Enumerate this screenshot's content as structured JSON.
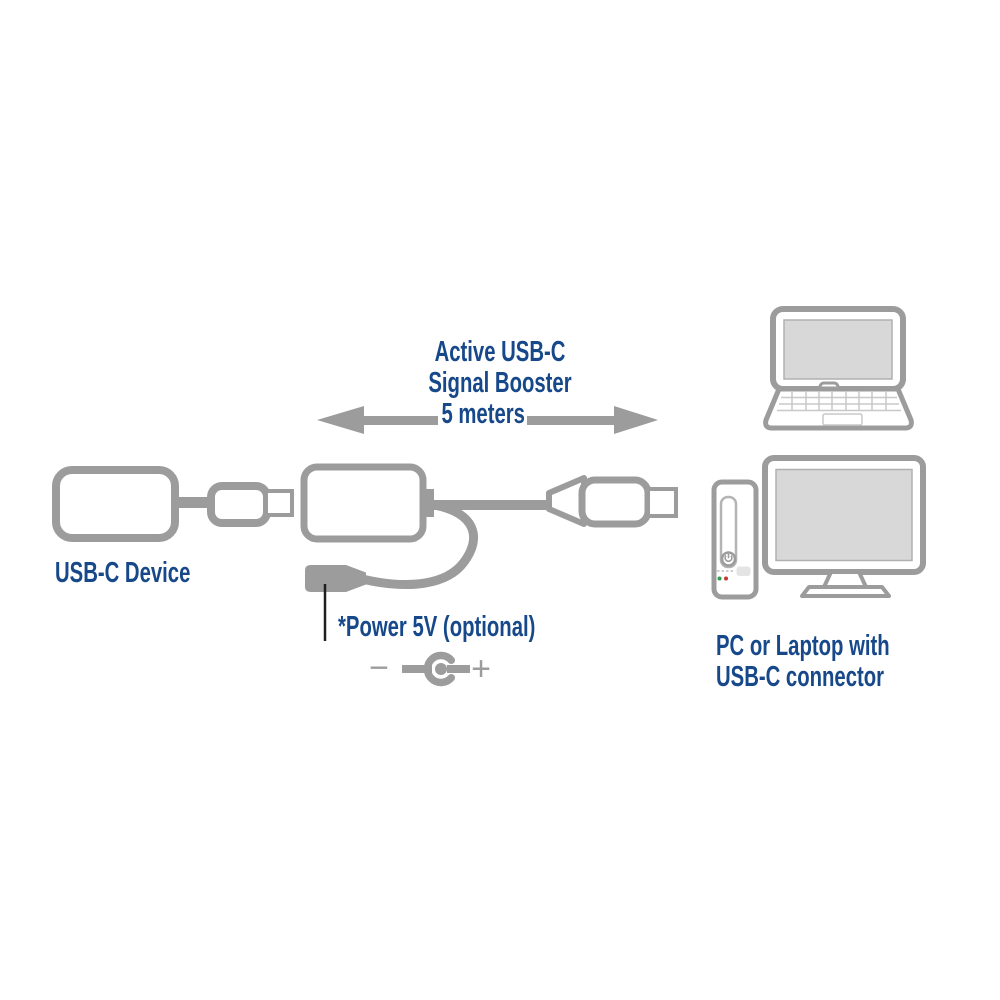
{
  "diagram": {
    "booster_label": {
      "line1": "Active USB-C",
      "line2": "Signal Booster",
      "line3": "5 meters"
    },
    "device_label": "USB-C Device",
    "power_label": "*Power 5V (optional)",
    "polarity": {
      "minus": "−",
      "plus": "+"
    },
    "pc_label": {
      "line1": "PC or Laptop with",
      "line2": "USB-C connector"
    }
  },
  "colors": {
    "label_blue": "#17498a",
    "line_gray": "#9c9c9c",
    "screen_gray": "#d8d8d8",
    "pointer_black": "#1f1f1f",
    "led_green": "#2e9e4f",
    "led_red": "#c23b2e"
  },
  "icons": {
    "usb_c_device": "usb-c-device-icon",
    "usb_c_plug_left": "usb-c-plug-icon",
    "booster_box": "signal-booster-box-icon",
    "usb_c_plug_right": "usb-c-plug-icon",
    "power_pigtail": "power-pigtail-cable",
    "dc_connector": "dc-power-connector-icon",
    "polarity_symbol": "dc-polarity-center-positive-icon",
    "distance_arrow": "double-headed-arrow-icon",
    "laptop": "laptop-icon",
    "desktop": "desktop-pc-icon"
  }
}
